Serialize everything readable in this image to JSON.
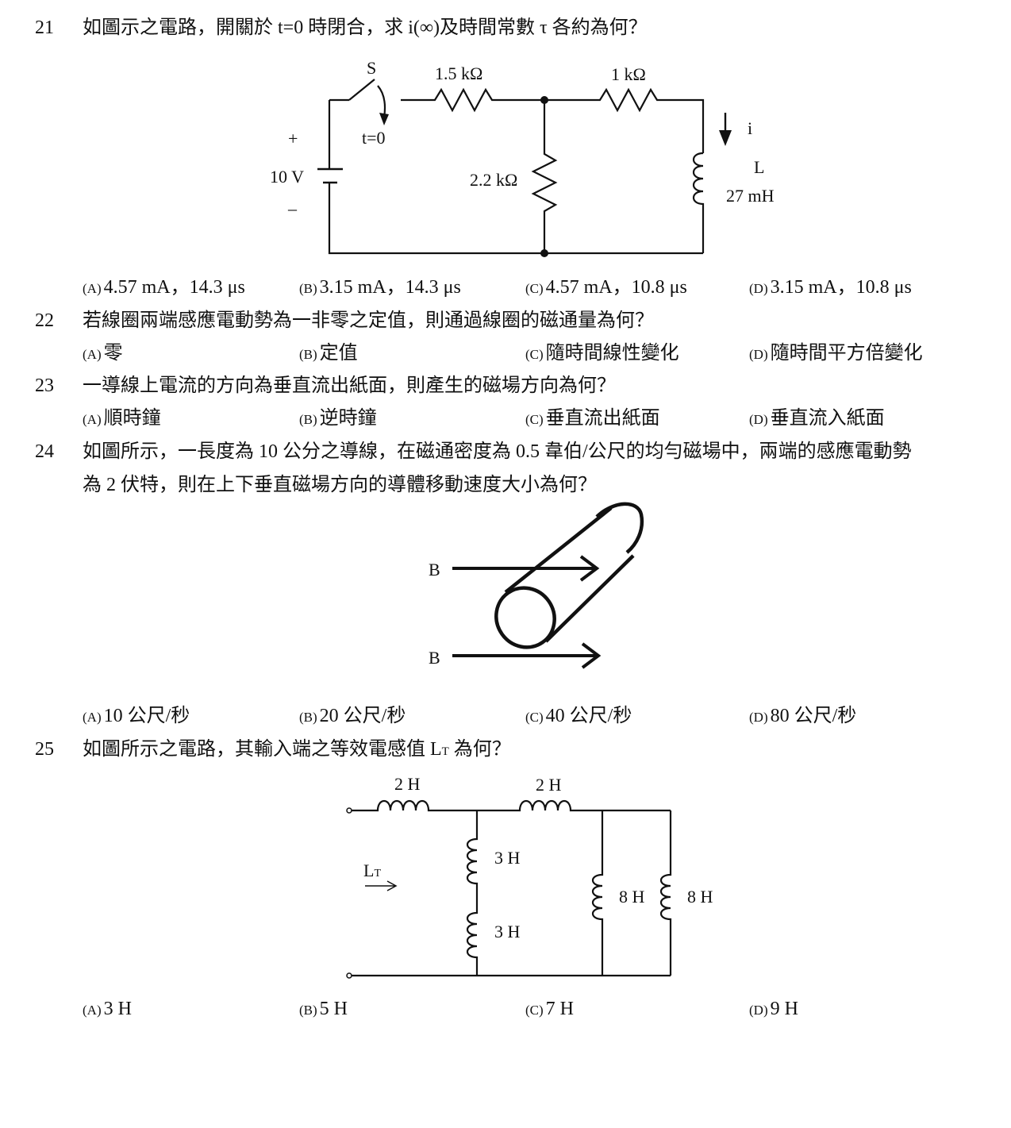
{
  "questions": [
    {
      "number": "21",
      "text": "如圖示之電路，開關於 t=0 時閉合，求 i(∞)及時間常數 τ 各約為何？",
      "figure": {
        "switch_label": "S",
        "switch_time": "t=0",
        "source_plus": "+",
        "source_minus": "–",
        "source_value": "10 V",
        "r1": "1.5 kΩ",
        "r2": "1 kΩ",
        "r3": "2.2 kΩ",
        "current_label": "i",
        "inductor_name": "L",
        "inductor_value": "27 mH"
      },
      "options": [
        {
          "key": "(A)",
          "text": "4.57 mA，14.3 μs"
        },
        {
          "key": "(B)",
          "text": "3.15 mA，14.3 μs"
        },
        {
          "key": "(C)",
          "text": "4.57 mA，10.8 μs"
        },
        {
          "key": "(D)",
          "text": "3.15 mA，10.8 μs"
        }
      ]
    },
    {
      "number": "22",
      "text": "若線圈兩端感應電動勢為一非零之定值，則通過線圈的磁通量為何？",
      "options": [
        {
          "key": "(A)",
          "text": "零"
        },
        {
          "key": "(B)",
          "text": "定值"
        },
        {
          "key": "(C)",
          "text": "隨時間線性變化"
        },
        {
          "key": "(D)",
          "text": "隨時間平方倍變化"
        }
      ]
    },
    {
      "number": "23",
      "text": "一導線上電流的方向為垂直流出紙面，則產生的磁場方向為何？",
      "options": [
        {
          "key": "(A)",
          "text": "順時鐘"
        },
        {
          "key": "(B)",
          "text": "逆時鐘"
        },
        {
          "key": "(C)",
          "text": "垂直流出紙面"
        },
        {
          "key": "(D)",
          "text": "垂直流入紙面"
        }
      ]
    },
    {
      "number": "24",
      "text_line1": "如圖所示，一長度為 10 公分之導線，在磁通密度為 0.5 韋伯/公尺的均勻磁場中，兩端的感應電動勢",
      "text_line2": "為 2 伏特，則在上下垂直磁場方向的導體移動速度大小為何？",
      "figure": {
        "field_label_top": "B",
        "field_label_bottom": "B"
      },
      "options": [
        {
          "key": "(A)",
          "text": "10 公尺/秒"
        },
        {
          "key": "(B)",
          "text": "20 公尺/秒"
        },
        {
          "key": "(C)",
          "text": "40 公尺/秒"
        },
        {
          "key": "(D)",
          "text": "80 公尺/秒"
        }
      ]
    },
    {
      "number": "25",
      "text_main": "如圖所示之電路，其輸入端之等效電感值 L",
      "text_sub": "T",
      "text_end": "為何？",
      "figure": {
        "l1": "2 H",
        "l2": "2 H",
        "l3": "3 H",
        "l4": "3 H",
        "l5": "8 H",
        "l6": "8 H",
        "lt_main": "L",
        "lt_sub": "T"
      },
      "options": [
        {
          "key": "(A)",
          "text": "3 H"
        },
        {
          "key": "(B)",
          "text": "5 H"
        },
        {
          "key": "(C)",
          "text": "7 H"
        },
        {
          "key": "(D)",
          "text": "9 H"
        }
      ]
    }
  ]
}
